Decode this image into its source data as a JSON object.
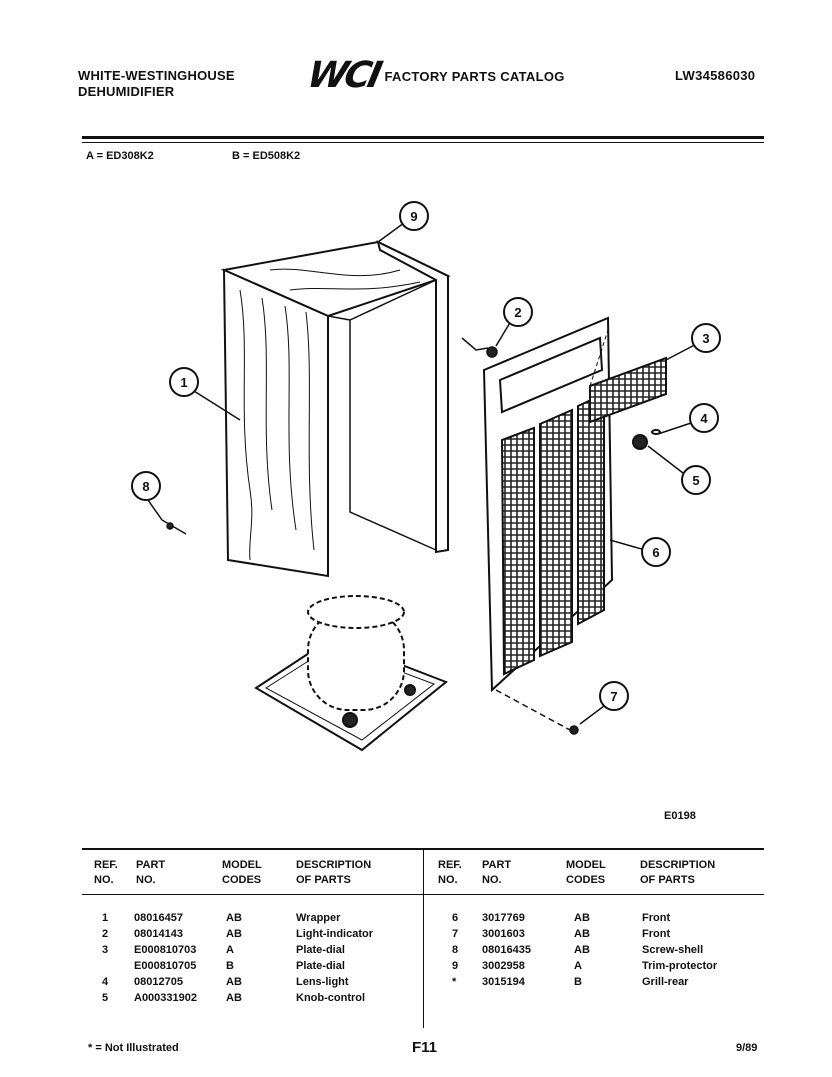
{
  "header": {
    "brand_line1": "WHITE-WESTINGHOUSE",
    "brand_line2": "DEHUMIDIFIER",
    "logo": "WCI",
    "catalog_title": "FACTORY PARTS CATALOG",
    "catalog_number": "LW34586030"
  },
  "models": {
    "a": "A = ED308K2",
    "b": "B = ED508K2"
  },
  "diagram": {
    "callouts": [
      "1",
      "2",
      "3",
      "4",
      "5",
      "6",
      "7",
      "8",
      "9"
    ],
    "drawing_code": "E0198"
  },
  "table": {
    "headers": {
      "ref": "REF.\nNO.",
      "part": "PART\nNO.",
      "model": "MODEL\nCODES",
      "desc": "DESCRIPTION\nOF PARTS"
    },
    "left_rows": [
      {
        "ref": "1",
        "part": "08016457",
        "model": "AB",
        "desc": "Wrapper"
      },
      {
        "ref": "2",
        "part": "08014143",
        "model": "AB",
        "desc": "Light-indicator"
      },
      {
        "ref": "3",
        "part": "E000810703",
        "model": "A",
        "desc": "Plate-dial"
      },
      {
        "ref": "",
        "part": "E000810705",
        "model": "B",
        "desc": "Plate-dial"
      },
      {
        "ref": "4",
        "part": "08012705",
        "model": "AB",
        "desc": "Lens-light"
      },
      {
        "ref": "5",
        "part": "A000331902",
        "model": "AB",
        "desc": "Knob-control"
      }
    ],
    "right_rows": [
      {
        "ref": "6",
        "part": "3017769",
        "model": "AB",
        "desc": "Front"
      },
      {
        "ref": "7",
        "part": "3001603",
        "model": "AB",
        "desc": "Front"
      },
      {
        "ref": "8",
        "part": "08016435",
        "model": "AB",
        "desc": "Screw-shell"
      },
      {
        "ref": "9",
        "part": "3002958",
        "model": "A",
        "desc": "Trim-protector"
      },
      {
        "ref": "*",
        "part": "3015194",
        "model": "B",
        "desc": "Grill-rear"
      }
    ]
  },
  "footer": {
    "note": "* = Not Illustrated",
    "page": "F11",
    "date": "9/89"
  }
}
